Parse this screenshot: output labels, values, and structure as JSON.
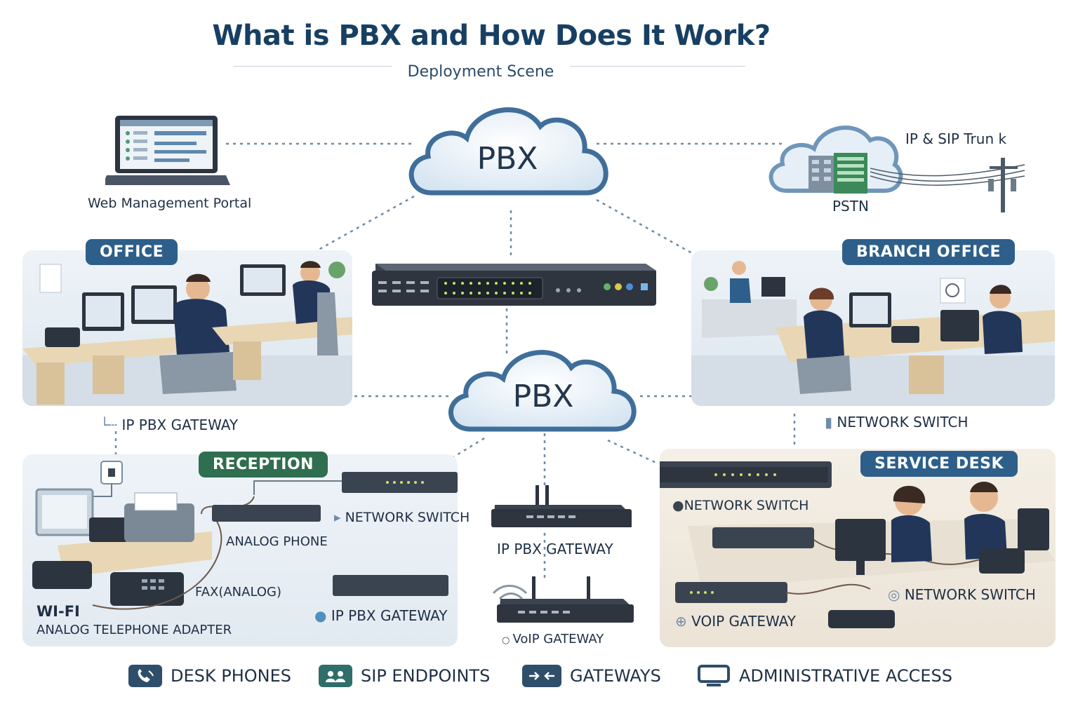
{
  "title": "What is PBX and How Does It Work?",
  "subtitle": "Deployment Scene",
  "top": {
    "portal_label": "Web Management Portal",
    "cloud_label": "PBX",
    "trunk_label": "IP & SIP Trun k",
    "pstn_label": "PSTN"
  },
  "center_cloud_label": "PBX",
  "office": {
    "badge": "OFFICE",
    "gateway_label": "IP PBX GATEWAY"
  },
  "branch": {
    "badge": "BRANCH OFFICE",
    "switch_label": "NETWORK SWITCH"
  },
  "reception": {
    "badge": "RECEPTION",
    "switch_label": "NETWORK SWITCH",
    "analog_phone": "ANALOG PHONE",
    "fax": "FAX(ANALOG)",
    "wifi": "WI-FI",
    "ata": "ANALOG TELEPHONE ADAPTER",
    "gateway_label": "IP PBX GATEWAY"
  },
  "middle": {
    "gateway_label": "IP PBX GATEWAY",
    "voip_label": "VoIP GATEWAY"
  },
  "service": {
    "badge": "SERVICE DESK",
    "switch1": "NETWORK SWITCH",
    "switch2": "NETWORK SWITCH",
    "voip": "VOIP GATEWAY"
  },
  "legend": [
    {
      "label": "DESK PHONES",
      "icon": "phone-icon"
    },
    {
      "label": "SIP ENDPOINTS",
      "icon": "users-icon"
    },
    {
      "label": "GATEWAYS",
      "icon": "arrows-icon"
    },
    {
      "label": "ADMINISTRATIVE ACCESS",
      "icon": "monitor-icon"
    }
  ],
  "colors": {
    "navy": "#173f63",
    "badge_blue": "#2d5f8a",
    "badge_green": "#2f6e4e",
    "panel_bg": "#e8eff5",
    "service_bg": "#f2ece2",
    "cloud_edge": "#3f6e9a"
  }
}
